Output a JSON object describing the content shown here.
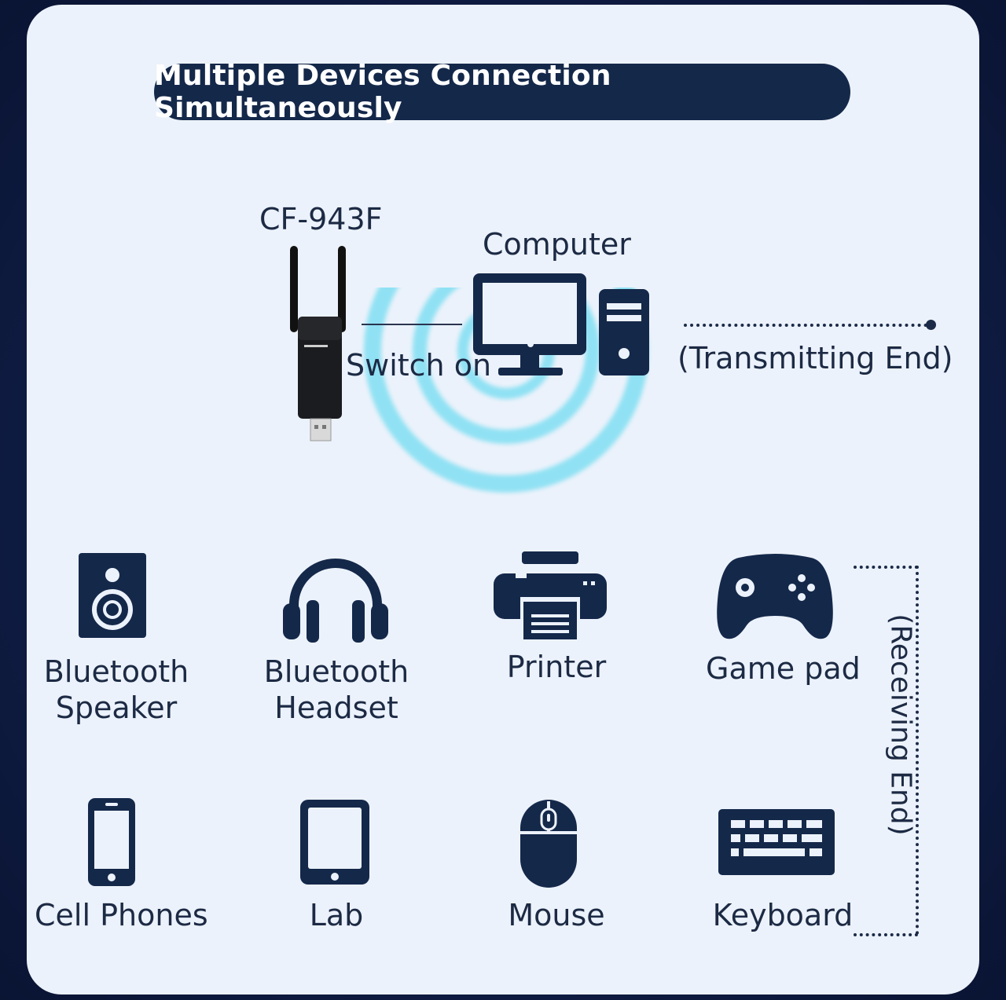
{
  "title": "Multiple Devices Connection Simultaneously",
  "transmitter": {
    "model": "CF-943F",
    "action": "Switch on",
    "computer_label": "Computer",
    "end_label": "(Transmitting End)"
  },
  "receivers": {
    "end_label": "(Receiving End)",
    "devices": [
      {
        "line1": "Bluetooth",
        "line2": "Speaker",
        "icon": "speaker-icon"
      },
      {
        "line1": "Bluetooth",
        "line2": "Headset",
        "icon": "headset-icon"
      },
      {
        "line1": "Printer",
        "icon": "printer-icon"
      },
      {
        "line1": "Game pad",
        "icon": "gamepad-icon"
      },
      {
        "line1": "Cell Phones",
        "icon": "phone-icon"
      },
      {
        "line1": "Lab",
        "icon": "tablet-icon"
      },
      {
        "line1": "Mouse",
        "icon": "mouse-icon"
      },
      {
        "line1": "Keyboard",
        "icon": "keyboard-icon"
      }
    ]
  },
  "colors": {
    "icon": "#14284a",
    "card": "#ecf2fb",
    "wave": "#5fd4ee"
  }
}
